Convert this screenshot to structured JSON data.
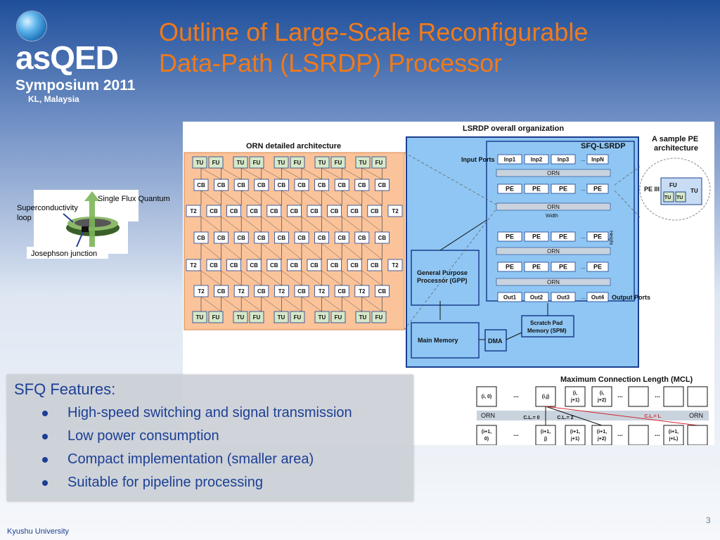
{
  "logo": {
    "brand": "asQED",
    "subtitle": "Symposium 2011"
  },
  "location": "KL, Malaysia",
  "title_line1": "Outline of Large-Scale Reconfigurable",
  "title_line2": "Data-Path (LSRDP) Processor",
  "sfq_diagram": {
    "label_loop_1": "Superconductivity",
    "label_loop_2": "loop",
    "label_quantum": "Single Flux Quantum",
    "label_junction": "Josephson junction"
  },
  "orn": {
    "title": "ORN detailed architecture",
    "tu": "TU",
    "fu": "FU",
    "cb": "CB",
    "t2": "T2"
  },
  "lsrdp": {
    "title": "LSRDP overall organization",
    "sfq_lsrdp": "SFQ-LSRDP",
    "input_ports": "Input Ports",
    "output_ports": "Output Ports",
    "inp1": "Inp1",
    "inp2": "Inp2",
    "inp3": "Inp3",
    "inpN": "InpN",
    "out1": "Out1",
    "out2": "Out2",
    "out3": "Out3",
    "out4": "Out4",
    "pe": "PE",
    "orn": "ORN",
    "width": "Width",
    "height": "Height",
    "dots": "...",
    "gpp_1": "General Purpose",
    "gpp_2": "Processor (GPP)",
    "spm_1": "Scratch Pad",
    "spm_2": "Memory (SPM)",
    "main_memory": "Main Memory",
    "dma": "DMA"
  },
  "sample_pe": {
    "title_1": "A sample PE",
    "title_2": "architecture",
    "pe_label": "PE III",
    "fu": "FU",
    "tu": "TU"
  },
  "mcl": {
    "title": "Maximum Connection Length (MCL)",
    "orn": "ORN",
    "dots": "...",
    "top": [
      "(i, 0)",
      "(i,j)",
      "(i,",
      "j+1)",
      "(i,",
      "j+2)"
    ],
    "bottom": [
      "(i+1,",
      "0)",
      "(i+1,",
      "j)",
      "(i+1,",
      "j+1)",
      "(i+1,",
      "j+2)",
      "(i+1,",
      "j+L)"
    ],
    "cl0": "C.L.= 0",
    "cl2": "C.L.= 2",
    "clL": "C.L.= L"
  },
  "features": {
    "heading": "SFQ Features:",
    "items": [
      "High-speed switching and signal transmission",
      "Low power consumption",
      "Compact implementation (smaller area)",
      "Suitable for pipeline processing"
    ]
  },
  "footer": {
    "institution": "Kyushu University",
    "page": "3"
  },
  "colors": {
    "title": "#f07a1a",
    "text_blue": "#1c3f94",
    "orn_fill": "#fbc39a",
    "lsrdp_fill": "#8fc6f3",
    "cell_green": "#d6e8c8",
    "cell_blue": "#c8dcf4",
    "mcl_red": "#d7262b"
  }
}
